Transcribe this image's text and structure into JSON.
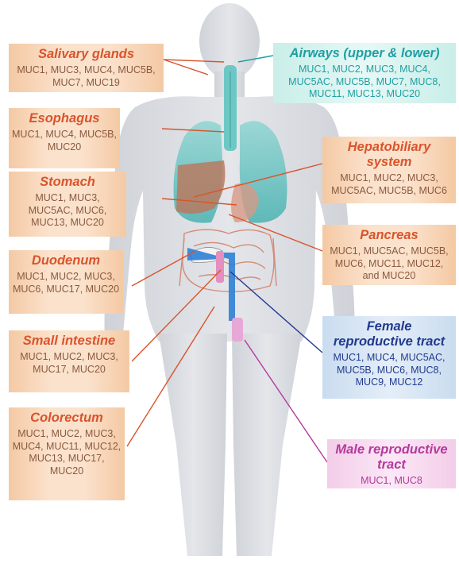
{
  "organs": {
    "salivary": {
      "title": "Salivary glands",
      "genes": "MUC1, MUC3, MUC4, MUC5B, MUC7, MUC19",
      "color": "#d9542c"
    },
    "esophagus": {
      "title": "Esophagus",
      "genes": "MUC1, MUC4, MUC5B, MUC20",
      "color": "#d9542c"
    },
    "stomach": {
      "title": "Stomach",
      "genes": "MUC1, MUC3, MUC5AC, MUC6, MUC13, MUC20",
      "color": "#d9542c"
    },
    "duodenum": {
      "title": "Duodenum",
      "genes": "MUC1, MUC2, MUC3, MUC6, MUC17, MUC20",
      "color": "#d9542c"
    },
    "small_intestine": {
      "title": "Small intestine",
      "genes": "MUC1, MUC2, MUC3, MUC17, MUC20",
      "color": "#d9542c"
    },
    "colorectum": {
      "title": "Colorectum",
      "genes": "MUC1, MUC2, MUC3, MUC4, MUC11, MUC12, MUC13, MUC17, MUC20",
      "color": "#d9542c"
    },
    "airways": {
      "title": "Airways (upper & lower)",
      "genes": "MUC1, MUC2, MUC3, MUC4, MUC5AC, MUC5B, MUC7, MUC8, MUC11, MUC13, MUC20",
      "color": "#1f9fa4"
    },
    "hepatobiliary": {
      "title": "Hepatobiliary system",
      "genes": "MUC1, MUC2, MUC3, MUC5AC, MUC5B, MUC6",
      "color": "#d9542c"
    },
    "pancreas": {
      "title": "Pancreas",
      "genes": "MUC1, MUC5AC, MUC5B, MUC6, MUC11, MUC12, and MUC20",
      "color": "#d9542c"
    },
    "female": {
      "title": "Female reproductive tract",
      "genes": "MUC1, MUC4, MUC5AC, MUC5B, MUC6, MUC8, MUC9, MUC12",
      "color": "#223a8f"
    },
    "male": {
      "title": "Male reproductive tract",
      "genes": "MUC1, MUC8",
      "color": "#b43a9c"
    }
  }
}
